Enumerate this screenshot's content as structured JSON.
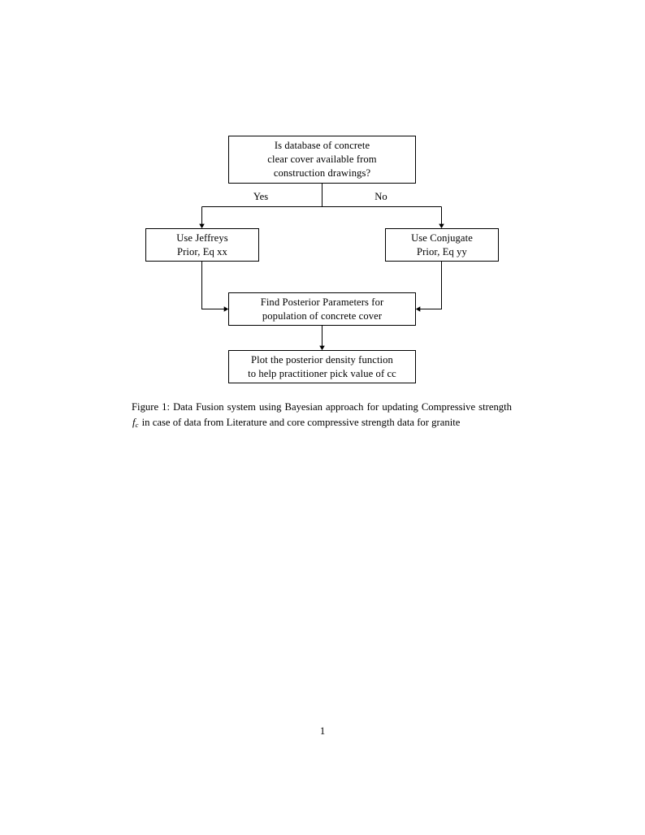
{
  "document": {
    "page_number": "1"
  },
  "figure": {
    "nodes": [
      {
        "id": "question",
        "lines": [
          "Is database of concrete",
          "clear cover available from",
          "construction drawings?"
        ]
      },
      {
        "id": "jeffreys",
        "lines": [
          "Use Jeffreys",
          "Prior, Eq xx"
        ]
      },
      {
        "id": "conjugate",
        "lines": [
          "Use Conjugate",
          "Prior, Eq yy"
        ]
      },
      {
        "id": "posterior",
        "lines": [
          "Find Posterior Parameters for",
          "population of concrete cover"
        ]
      },
      {
        "id": "plot",
        "lines": [
          "Plot the posterior density function",
          "to help practitioner pick value of cc"
        ]
      }
    ],
    "edge_labels": {
      "yes": "Yes",
      "no": "No"
    },
    "colors": {
      "ink": "#000000",
      "paper": "#ffffff"
    }
  },
  "caption": {
    "label": "Figure 1:",
    "text_before_math": " Data Fusion system using Bayesian approach for updating Compressive strength ",
    "math_base": "f",
    "math_sub": "c",
    "text_after_math": " in case of data from Literature and core compressive strength data for granite"
  }
}
